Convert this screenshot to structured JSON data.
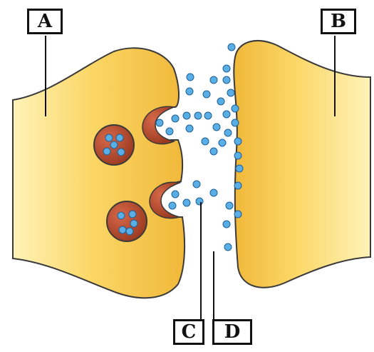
{
  "labels": {
    "a": "A",
    "b": "B",
    "c": "C",
    "d": "D"
  },
  "colors": {
    "neuron_fill": "#f8cf54",
    "neuron_edge": "#3a3a3a",
    "vesicle_fill": "#b5482b",
    "transmitter_fill": "#5aaee6",
    "transmitter_edge": "#1e5f96"
  }
}
